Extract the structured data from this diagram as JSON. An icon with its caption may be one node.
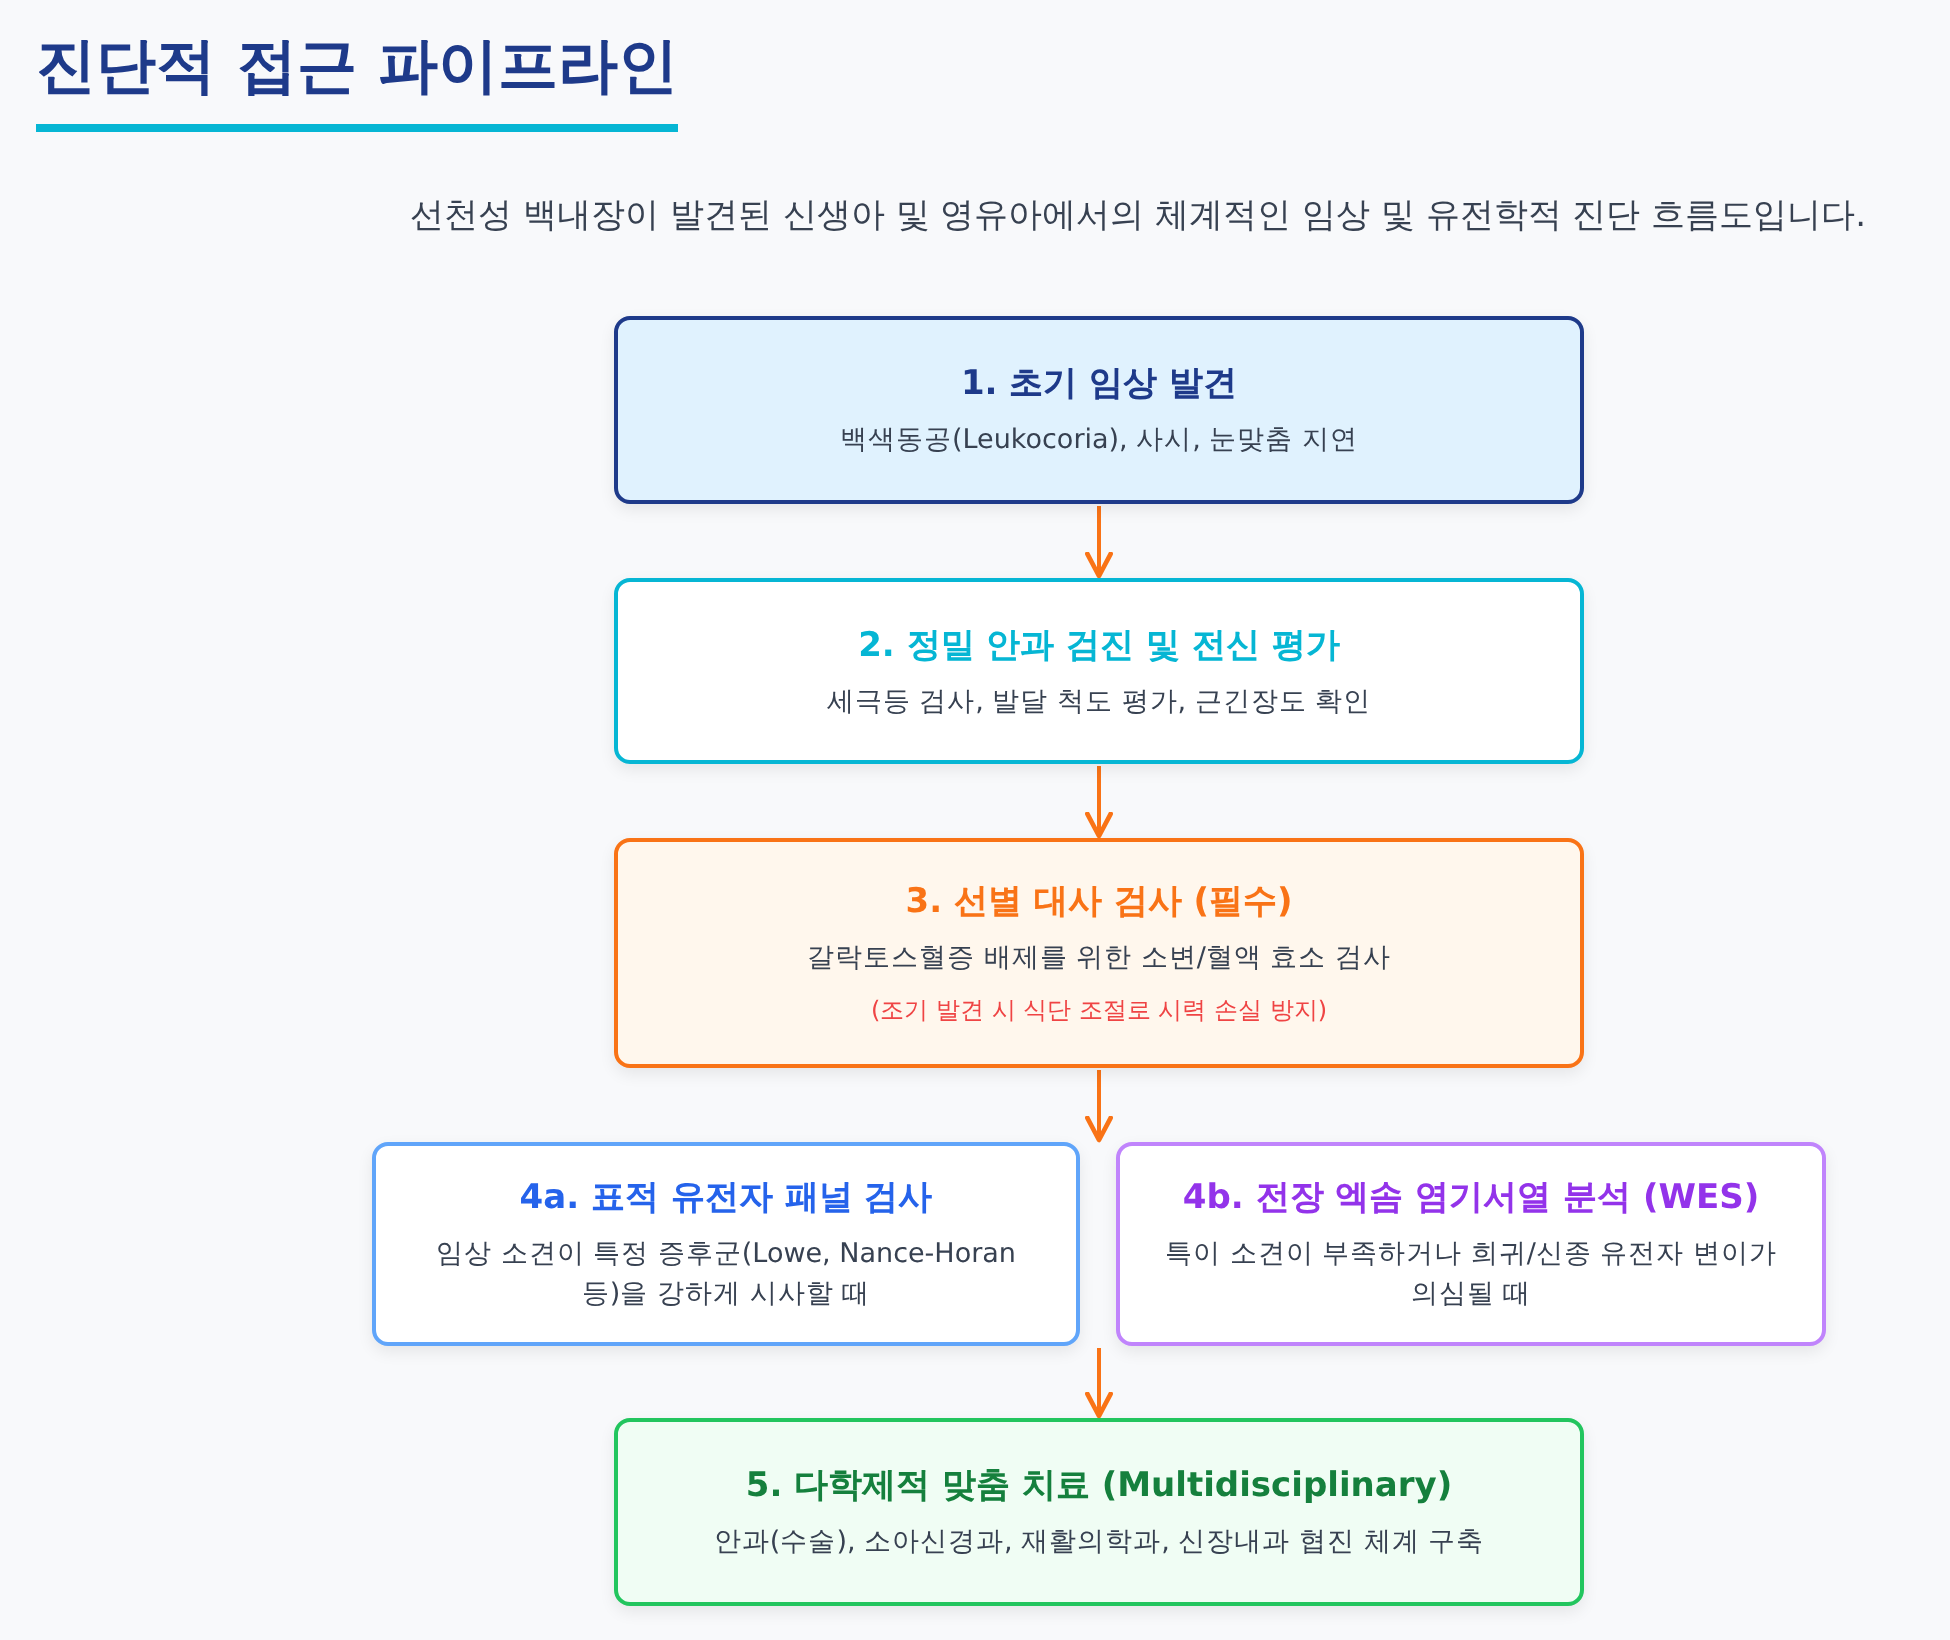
{
  "diagram": {
    "title": "진단적 접근 파이프라인",
    "caption": "선천성 백내장이 발견된 신생아 및 영유아에서의 체계적인 임상 및 유전학적 진단 흐름도입니다.",
    "nodes": [
      {
        "text": [
          "1. 초기 임상 발견",
          "백색동공(Leukocoria), 사시, 눈맞춤 지연"
        ]
      },
      {
        "text": [
          "2. 정밀 안과 검진 및 전신 평가",
          "세극등 검사, 발달 척도 평가, 근긴장도 확인"
        ]
      },
      {
        "text": [
          "3. 선별 대사 검사 (필수)",
          "갈락토스혈증 배제를 위한 소변/혈액 효소 검사",
          "(조기 발견 시 식단 조절로 시력 손실 방지)"
        ]
      },
      {
        "text": [
          "4a. 표적 유전자 패널 검사",
          "임상 소견이 특정 증후군(Lowe, Nance-Horan 등)을 강하게 시사할 때"
        ]
      },
      {
        "text": [
          "4b. 전장 엑솜 염기서열 분석 (WES)",
          "특이 소견이 부족하거나 희귀/신종 유전자 변이가 의심될 때"
        ]
      },
      {
        "text": [
          "5. 다학제적 맞춤 치료 (Multidisciplinary)",
          "안과(수술), 소아신경과, 재활의학과, 신장내과 협진 체계 구축"
        ]
      }
    ],
    "edges": [
      {
        "from": 0,
        "to": 1,
        "arrow": "to"
      },
      {
        "from": 1,
        "to": 2,
        "arrow": "to"
      },
      {
        "from": 2,
        "to": 3,
        "arrow": "to"
      },
      {
        "from": 2,
        "to": 4,
        "arrow": "to"
      },
      {
        "from": 3,
        "to": 5,
        "arrow": "to"
      },
      {
        "from": 4,
        "to": 5,
        "arrow": "to"
      }
    ]
  }
}
